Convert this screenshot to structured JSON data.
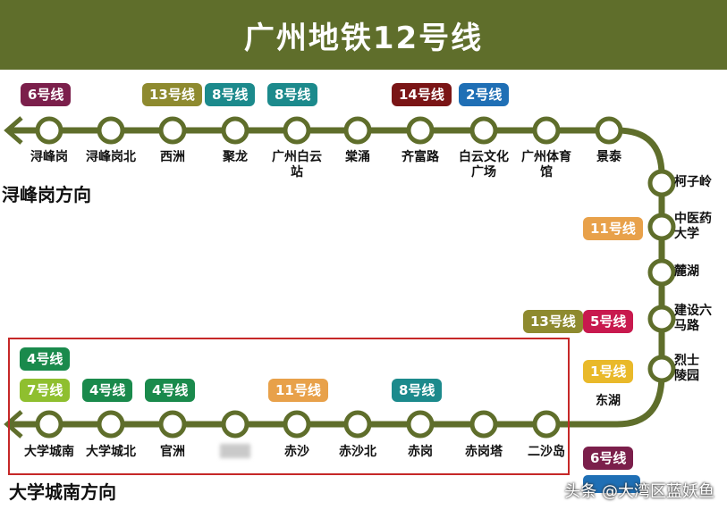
{
  "title": "广州地铁12号线",
  "direction_top": "浔峰岗方向",
  "direction_bottom": "大学城南方向",
  "watermark": "头条 @大湾区蓝妖鱼",
  "colors": {
    "header": "#5f6e2b",
    "line": "#5f6e2b",
    "highlight_box": "#c62828"
  },
  "top_stations": [
    "浔峰岗",
    "浔峰岗北",
    "西洲",
    "聚龙",
    "广州白云\n站",
    "棠涌",
    "齐富路",
    "白云文化\n广场",
    "广州体育\n馆",
    "景泰"
  ],
  "right_stations": [
    "柯子岭",
    "中医药\n大学",
    "麓湖",
    "建设六\n马路",
    "烈士\n陵园"
  ],
  "bottom_stations": [
    "大学城南",
    "大学城北",
    "官洲",
    "",
    "赤沙",
    "赤沙北",
    "赤岗",
    "赤岗塔",
    "二沙岛"
  ],
  "corner_station": "东湖",
  "transfers": {
    "b1": "6号线",
    "b2": "13号线",
    "b3": "8号线",
    "b4": "8号线",
    "b5": "14号线",
    "b6": "2号线",
    "b7": "11号线",
    "b8": "13号线",
    "b9": "5号线",
    "b10": "1号线",
    "b11": "4号线",
    "b12": "7号线",
    "b13": "4号线",
    "b14": "4号线",
    "b15": "11号线",
    "b16": "8号线",
    "b17": "6号线"
  }
}
